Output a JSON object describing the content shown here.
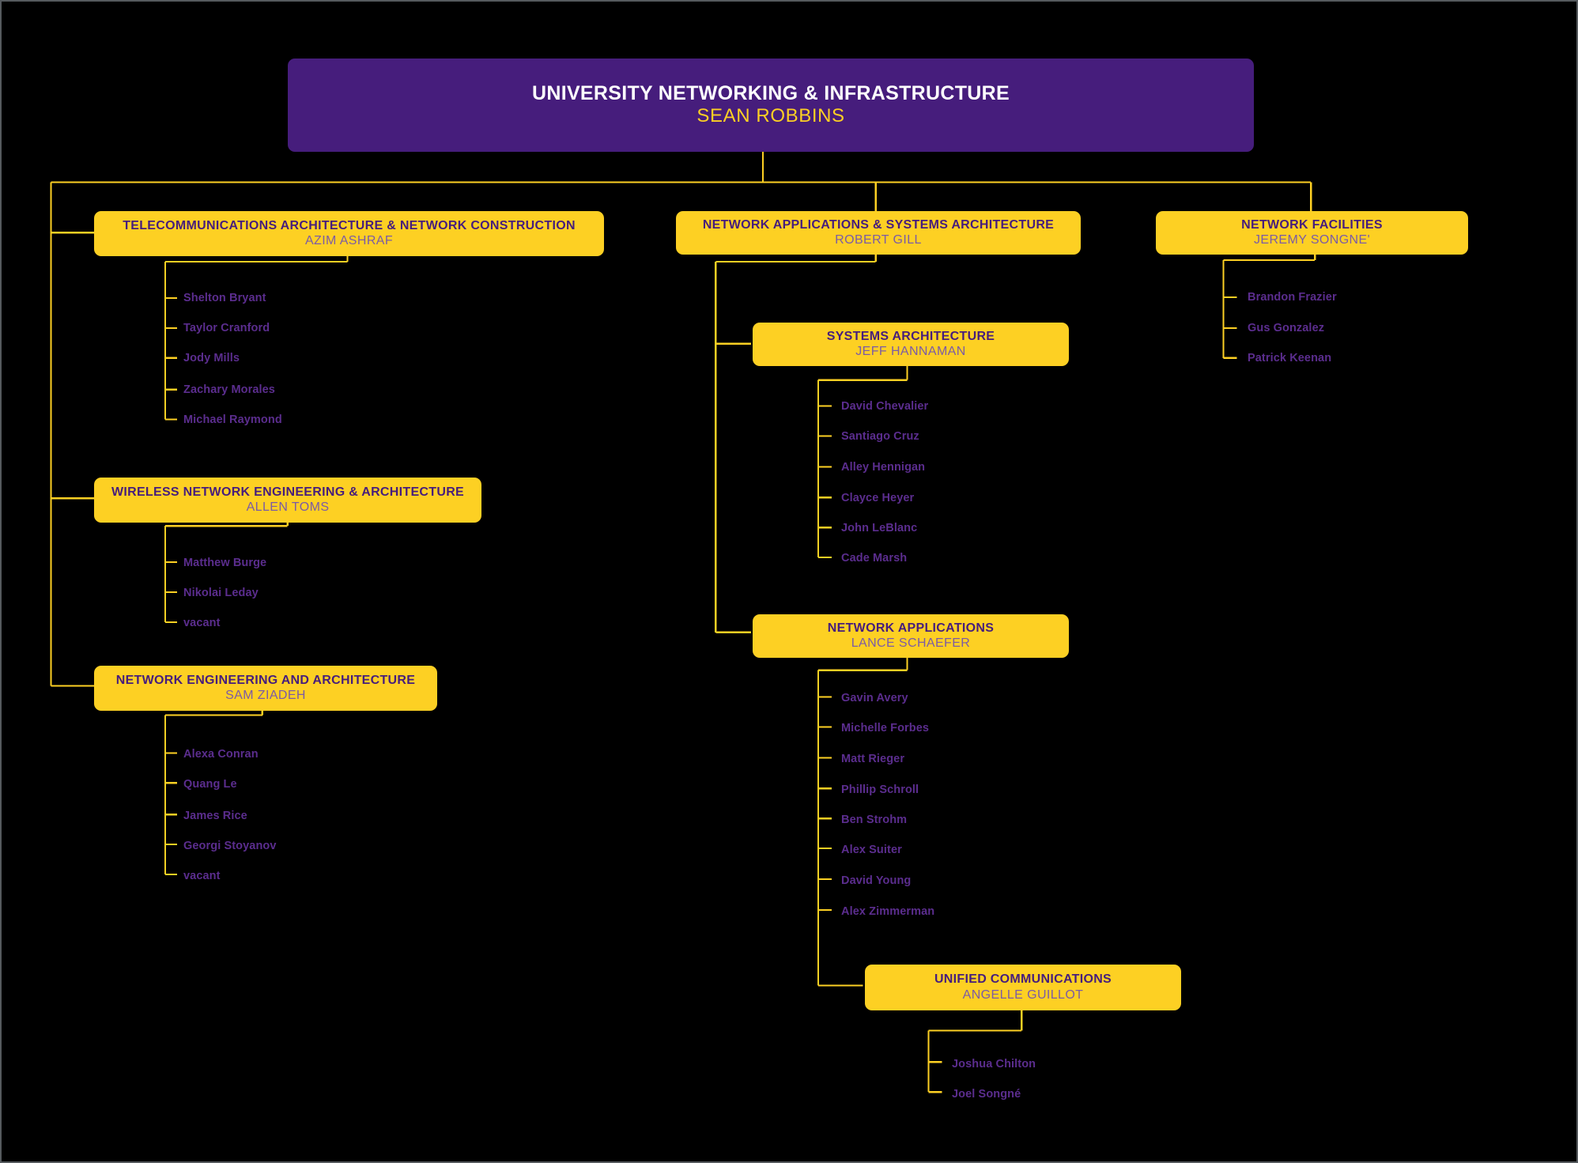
{
  "colors": {
    "background": "#000000",
    "page_border": "#555a5e",
    "root_box": "#461D7C",
    "unit_box": "#FDD023",
    "connector": "#FDD023",
    "root_title_text": "#FFFFFF",
    "root_person_text": "#FDD023",
    "unit_title_text": "#461D7C",
    "unit_person_text": "#7B5BA6",
    "leaf_text": "#5B2D8E"
  },
  "chart_data": {
    "type": "diagram",
    "title": "UNIVERSITY NETWORKING & INFRASTRUCTURE",
    "layout": "org-chart"
  },
  "root": {
    "title": "UNIVERSITY NETWORKING & INFRASTRUCTURE",
    "person": "SEAN ROBBINS"
  },
  "units": {
    "telecom": {
      "title": "TELECOMMUNICATIONS ARCHITECTURE & NETWORK CONSTRUCTION",
      "person": "AZIM ASHRAF",
      "reports": [
        "Shelton Bryant",
        "Taylor Cranford",
        "Jody Mills",
        "Zachary Morales",
        "Michael Raymond"
      ]
    },
    "wireless": {
      "title": "WIRELESS NETWORK ENGINEERING & ARCHITECTURE",
      "person": "ALLEN TOMS",
      "reports": [
        "Matthew Burge",
        "Nikolai Leday",
        "vacant"
      ]
    },
    "netengarch": {
      "title": "NETWORK ENGINEERING AND ARCHITECTURE",
      "person": "SAM ZIADEH",
      "reports": [
        "Alexa Conran",
        "Quang Le",
        "James Rice",
        "Georgi Stoyanov",
        "vacant"
      ]
    },
    "netappsys": {
      "title": "NETWORK APPLICATIONS & SYSTEMS ARCHITECTURE",
      "person": "ROBERT GILL",
      "reports": []
    },
    "sysarch": {
      "title": "SYSTEMS ARCHITECTURE",
      "person": "JEFF HANNAMAN",
      "reports": [
        "David Chevalier",
        "Santiago Cruz",
        "Alley Hennigan",
        "Clayce Heyer",
        "John LeBlanc",
        "Cade Marsh"
      ]
    },
    "netapps": {
      "title": "NETWORK APPLICATIONS",
      "person": "LANCE SCHAEFER",
      "reports": [
        "Gavin Avery",
        "Michelle Forbes",
        "Matt Rieger",
        "Phillip Schroll",
        "Ben Strohm",
        "Alex Suiter",
        "David Young",
        "Alex Zimmerman"
      ]
    },
    "unifiedcomm": {
      "title": "UNIFIED COMMUNICATIONS",
      "person": "ANGELLE GUILLOT",
      "reports": [
        "Joshua Chilton",
        "Joel Songné"
      ]
    },
    "facilities": {
      "title": "NETWORK FACILITIES",
      "person": "JEREMY SONGNE'",
      "reports": [
        "Brandon Frazier",
        "Gus Gonzalez",
        "Patrick Keenan"
      ]
    }
  }
}
